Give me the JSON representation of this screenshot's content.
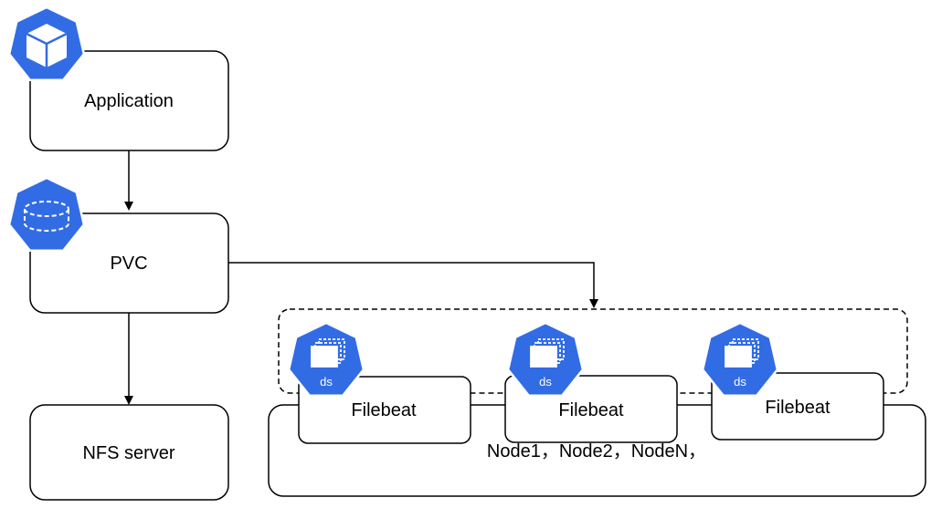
{
  "diagram": {
    "application": {
      "label": "Application",
      "icon": "kubernetes-pod-icon"
    },
    "pvc": {
      "label": "PVC",
      "icon": "kubernetes-pvc-icon"
    },
    "nfs": {
      "label": "NFS server"
    },
    "nodes": {
      "label": "Node1，Node2，NodeN，"
    },
    "filebeats": [
      {
        "label": "Filebeat",
        "badge": "ds",
        "icon": "kubernetes-daemonset-icon"
      },
      {
        "label": "Filebeat",
        "badge": "ds",
        "icon": "kubernetes-daemonset-icon"
      },
      {
        "label": "Filebeat",
        "badge": "ds",
        "icon": "kubernetes-daemonset-icon"
      }
    ],
    "colors": {
      "k8s_blue": "#326ce5",
      "stroke": "#000000",
      "fill": "#ffffff"
    }
  }
}
